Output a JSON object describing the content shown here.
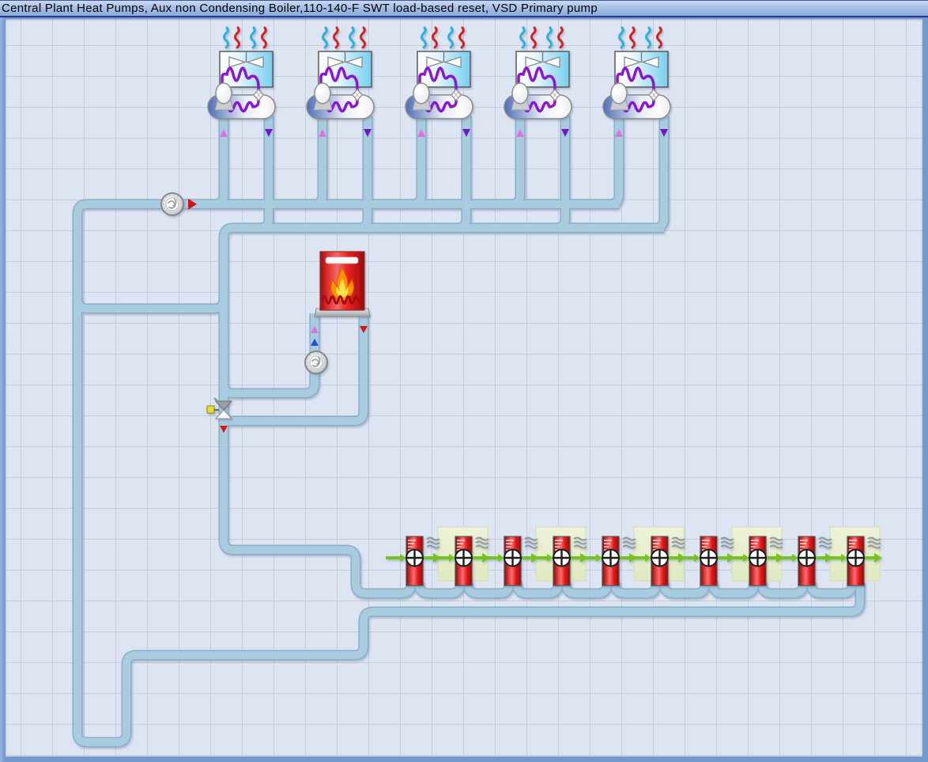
{
  "window": {
    "title": "Central Plant Heat Pumps, Aux non Condensing Boiler,110-140-F SWT load-based reset, VSD Primary pump"
  },
  "schematic": {
    "heat_pumps": {
      "count": 5,
      "label": "air-to-water heat pump",
      "parts": [
        "fan-icon",
        "compressor-oval",
        "expansion-diamond",
        "refrigerant-coil",
        "storage-tank",
        "airflow-squiggles"
      ]
    },
    "boiler": {
      "label": "aux non-condensing boiler",
      "parts": [
        "flame-icon",
        "burner-coil",
        "sight-slot",
        "base"
      ]
    },
    "pumps": {
      "count": 2,
      "labels": [
        "primary-pump-vsd",
        "boiler-pump"
      ]
    },
    "valve": {
      "label": "bypass-valve",
      "actuator": "yellow-actuator"
    },
    "loads": {
      "count": 10,
      "label": "terminal-heating-load",
      "parts": [
        "load-coil-red-bar",
        "plus-circle",
        "flow-arrow-green",
        "heat-waves"
      ]
    },
    "flow_arrows": {
      "pump_discharge_red_right": 1,
      "hp_inlet_pink_up": 5,
      "hp_outlet_purple_down": 5,
      "boiler_inlet_pink_up": 1,
      "boiler_inlet_blue_up": 1,
      "boiler_outlet_red_down": 1,
      "supply_red_down": 1
    },
    "colors": {
      "canvas_bg": "#dde4f2",
      "grid_line": "#c5ccdc",
      "frame_blue": "#7ea3d6",
      "pipe_fill": "#a9cbe0",
      "pipe_edge": "#87afc8",
      "boiler_red": "#e22020",
      "load_red": "#e01818",
      "coil_purple": "#8a12d4",
      "fan_box_cyan": "#7fd2ef",
      "tank_blue": "#4e6fb8",
      "arrow_green": "#74c226",
      "valve_yellow": "#e6df2e",
      "arrow_pink": "#e070e0",
      "arrow_purple": "#6f17cb",
      "arrow_blue": "#1c50cc",
      "arrow_red": "#d41818",
      "airflow_cyan": "#28b2dc",
      "airflow_red": "#d42020"
    }
  }
}
